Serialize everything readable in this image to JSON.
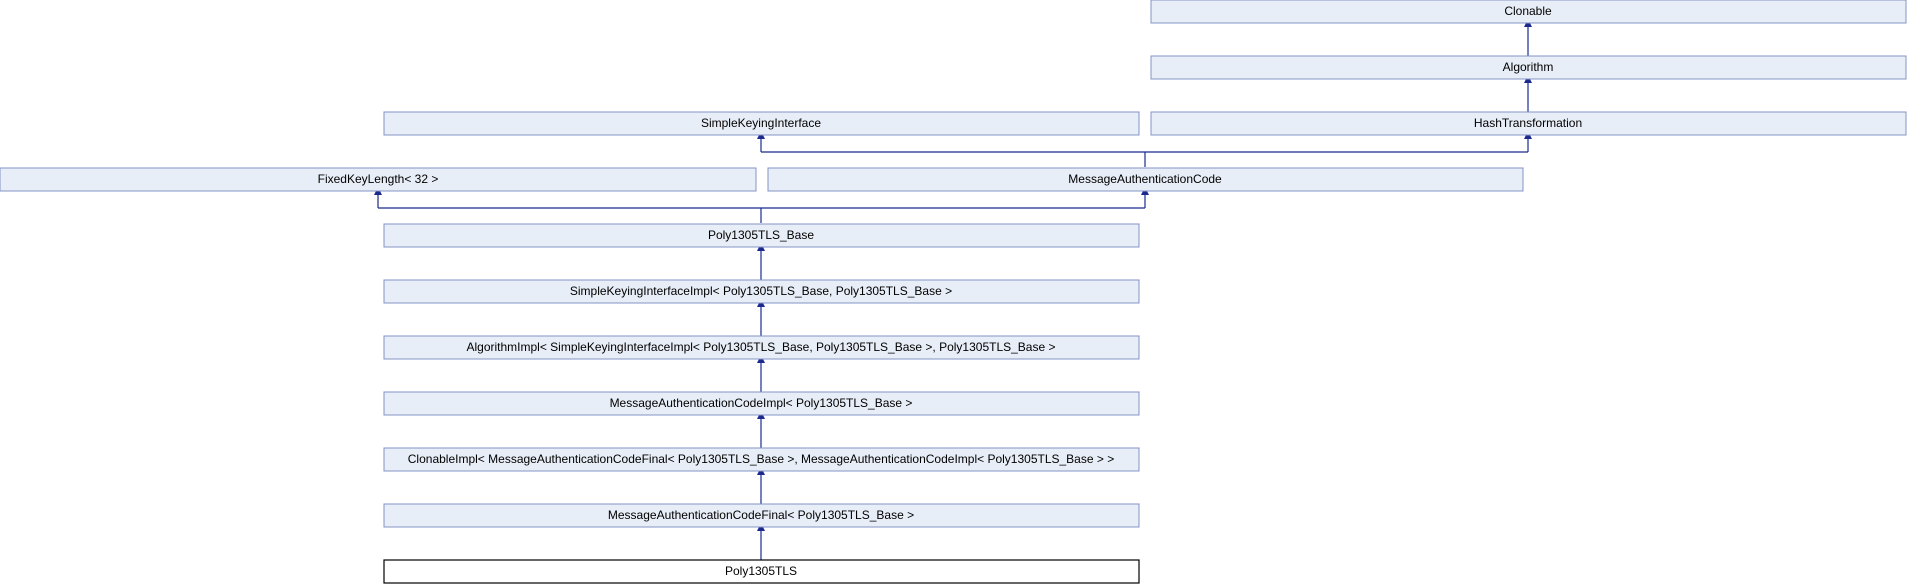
{
  "diagram": {
    "colors": {
      "node_fill": "#e8eef7",
      "node_border": "#8394c4",
      "current_node_fill": "#ffffff",
      "current_node_border": "#000000",
      "edge": "#1b2a8f"
    },
    "nodes": {
      "clonable": "Clonable",
      "algorithm": "Algorithm",
      "simple_keying_interface": "SimpleKeyingInterface",
      "hash_transformation": "HashTransformation",
      "fixed_key_length": "FixedKeyLength< 32 >",
      "message_authentication_code": "MessageAuthenticationCode",
      "poly1305tls_base": "Poly1305TLS_Base",
      "simple_keying_interface_impl": "SimpleKeyingInterfaceImpl< Poly1305TLS_Base, Poly1305TLS_Base >",
      "algorithm_impl": "AlgorithmImpl< SimpleKeyingInterfaceImpl< Poly1305TLS_Base, Poly1305TLS_Base >, Poly1305TLS_Base >",
      "message_authentication_code_impl": "MessageAuthenticationCodeImpl< Poly1305TLS_Base >",
      "clonable_impl": "ClonableImpl< MessageAuthenticationCodeFinal< Poly1305TLS_Base >, MessageAuthenticationCodeImpl< Poly1305TLS_Base > >",
      "message_authentication_code_final": "MessageAuthenticationCodeFinal< Poly1305TLS_Base >",
      "poly1305tls": "Poly1305TLS"
    }
  }
}
